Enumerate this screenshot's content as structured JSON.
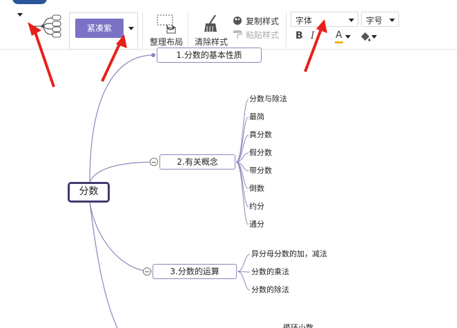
{
  "toolbar": {
    "theme_label": "紧凑紫",
    "arrange_label": "整理布局",
    "clear_style_label": "清除样式",
    "copy_style_label": "复制样式",
    "paste_style_label": "粘贴样式",
    "font_placeholder": "字体",
    "size_placeholder": "字号",
    "bold_label": "B",
    "italic_label": "I",
    "font_color_label": "A",
    "accent_color": "#7b72c6",
    "font_color_bar": "#e8b61e"
  },
  "mindmap": {
    "root": "分数",
    "branches": [
      {
        "label": "1.分数的基本性质",
        "children": []
      },
      {
        "label": "2.有关概念",
        "children": [
          "分数与除法",
          "最简",
          "真分数",
          "假分数",
          "带分数",
          "倒数",
          "约分",
          "通分"
        ]
      },
      {
        "label": "3.分数的运算",
        "children": [
          "异分母分数的加，减法",
          "分数的乘法",
          "分数的除法"
        ]
      },
      {
        "label": "",
        "children": [
          "循环小数"
        ]
      }
    ],
    "line_color": "#8b86b8"
  }
}
